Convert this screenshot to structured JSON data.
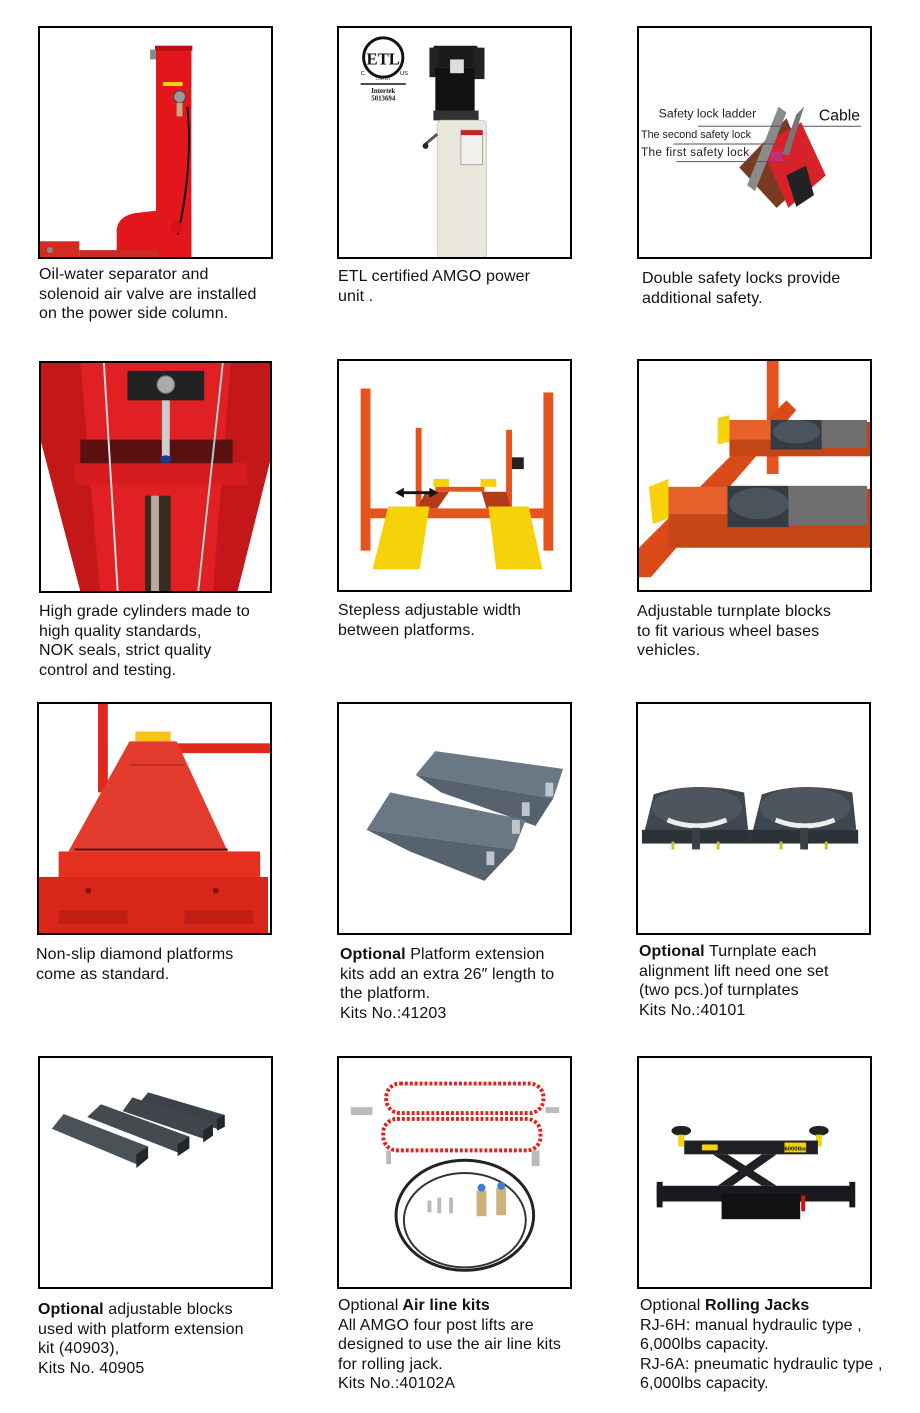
{
  "features": [
    {
      "id": "oil-water-separator",
      "image": "red-column-with-air-valve",
      "caption": {
        "lines": [
          "Oil-water separator and",
          "solenoid air valve are installed",
          "on the power side column."
        ]
      }
    },
    {
      "id": "etl-power-unit",
      "image": "hydraulic-power-unit",
      "badge": {
        "mark": "ETL",
        "left": "C",
        "right": "US",
        "listed": "LISTED",
        "org": "Intertek",
        "number": "5013694"
      },
      "caption": {
        "lines": [
          "ETL certified AMGO power",
          "unit ."
        ]
      }
    },
    {
      "id": "double-safety-locks",
      "image": "safety-lock-diagram",
      "labels": {
        "ladder": "Safety lock ladder",
        "cable": "Cable",
        "second": "The second safety lock",
        "first": "The first safety lock"
      },
      "caption": {
        "lines": [
          "Double safety locks provide",
          "additional safety."
        ]
      }
    },
    {
      "id": "high-grade-cylinders",
      "image": "cylinder-inside-column",
      "caption": {
        "lines": [
          "High grade cylinders made to",
          "high quality standards,",
          "NOK seals, strict quality",
          "control and testing."
        ]
      }
    },
    {
      "id": "stepless-adjustable-width",
      "image": "four-post-lift-front",
      "caption": {
        "lines": [
          "Stepless adjustable width",
          "between platforms."
        ]
      }
    },
    {
      "id": "adjustable-turnplate-blocks",
      "image": "turnplate-platforms",
      "caption": {
        "lines": [
          "Adjustable turnplate blocks",
          "to fit various wheel bases",
          "vehicles."
        ]
      }
    },
    {
      "id": "non-slip-platforms",
      "image": "diamond-plate-runway",
      "caption": {
        "lines": [
          "Non-slip diamond platforms",
          "come as standard."
        ]
      }
    },
    {
      "id": "platform-extension-kit",
      "image": "gray-extension-ramps",
      "caption": {
        "prefix": "Optional",
        "lines": [
          " Platform extension",
          "kits add an extra 26″ length to",
          "the platform.",
          "Kits No.:41203"
        ]
      }
    },
    {
      "id": "turnplate-kit",
      "image": "pair-of-turnplates",
      "caption": {
        "prefix": "Optional",
        "lines": [
          " Turnplate each",
          "alignment lift need one set",
          "(two pcs.)of turnplates",
          "Kits No.:40101"
        ]
      }
    },
    {
      "id": "adjustable-blocks",
      "image": "four-black-blocks",
      "caption": {
        "prefix": "Optional",
        "lines": [
          " adjustable blocks",
          "used with platform extension",
          "kit (40903),",
          "Kits No. 40905"
        ]
      }
    },
    {
      "id": "air-line-kits",
      "image": "coiled-air-hoses",
      "caption": {
        "prefix": "Optional",
        "title": " Air line kits",
        "lines": [
          "All AMGO four post lifts are",
          "designed to use the air line kits",
          "for rolling jack.",
          "Kits No.:40102A"
        ]
      }
    },
    {
      "id": "rolling-jacks",
      "image": "rolling-jack",
      "jack_label": "6000lbs",
      "caption": {
        "prefix": "Optional",
        "title": " Rolling Jacks",
        "lines": [
          "RJ-6H: manual hydraulic type ,",
          "6,000lbs capacity.",
          "RJ-6A: pneumatic hydraulic type ,",
          "6,000lbs capacity."
        ]
      }
    }
  ],
  "colors": {
    "lift_red": "#e8321f",
    "lift_orange": "#e5541e",
    "yellow": "#f5d20a",
    "steel_gray": "#56636e",
    "black_frame": "#000000"
  }
}
